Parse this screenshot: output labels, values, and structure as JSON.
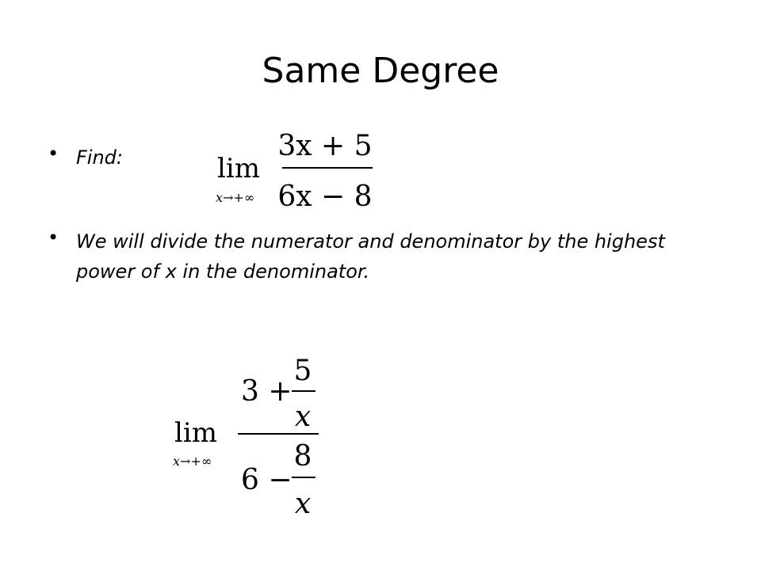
{
  "slide": {
    "title": "Same Degree",
    "bullets": [
      {
        "text": "Find:"
      },
      {
        "text": "We will divide the numerator and denominator by the highest power of x in the denominator."
      }
    ]
  },
  "formula_1": {
    "lim": "lim",
    "subscript": "x→+∞",
    "numerator": "3x + 5",
    "denominator": "6x − 8"
  },
  "formula_2": {
    "lim": "lim",
    "subscript": "x→+∞",
    "num_whole": "3 +",
    "num_frac_top": "5",
    "num_frac_bottom": "x",
    "den_whole": "6 −",
    "den_frac_top": "8",
    "den_frac_bottom": "x"
  }
}
